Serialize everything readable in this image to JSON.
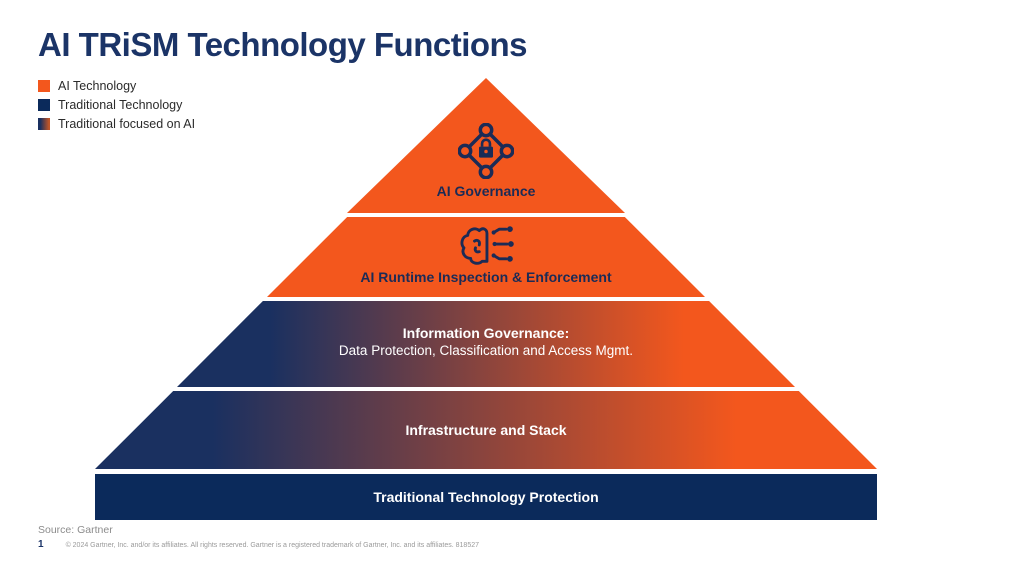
{
  "title": "AI TRiSM Technology Functions",
  "colors": {
    "orange": "#F3571D",
    "navy": "#0B2A5B",
    "gradient_navy": "#1A3060",
    "title_navy": "#1B3467"
  },
  "legend": {
    "items": [
      {
        "label": "AI Technology",
        "swatch": "orange"
      },
      {
        "label": "Traditional Technology",
        "swatch": "navy"
      },
      {
        "label": "Traditional focused on AI",
        "swatch": "navy-to-orange-gradient"
      }
    ]
  },
  "pyramid": {
    "tiers": [
      {
        "label": "AI Governance",
        "icon": "governance-lock-network-icon",
        "fill": "orange"
      },
      {
        "label": "AI Runtime Inspection & Enforcement",
        "icon": "brain-circuit-icon",
        "fill": "orange"
      },
      {
        "label": "Information Governance:",
        "sublabel": "Data Protection, Classification and Access Mgmt.",
        "fill": "navy-to-orange-gradient"
      },
      {
        "label": "Infrastructure and Stack",
        "fill": "navy-to-orange-gradient"
      },
      {
        "label": "Traditional Technology Protection",
        "fill": "navy"
      }
    ]
  },
  "footer": {
    "source": "Source: Gartner",
    "page_number": "1",
    "copyright": "© 2024 Gartner, Inc. and/or its affiliates. All rights reserved. Gartner is a registered trademark of Gartner, Inc. and its affiliates. 818527"
  }
}
